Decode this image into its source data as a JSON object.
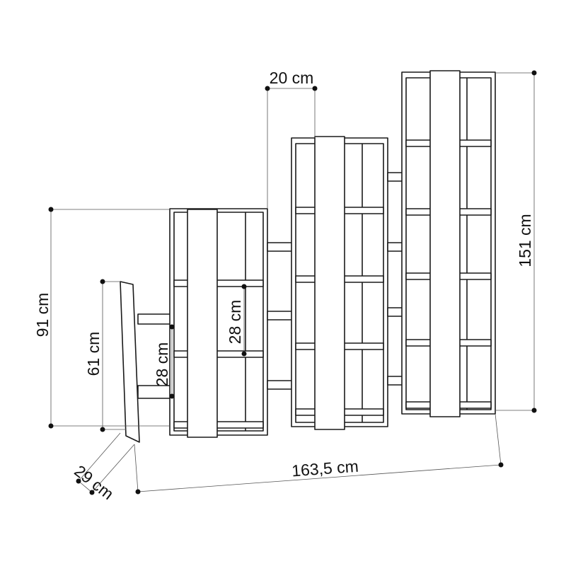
{
  "title": "Bookshelf dimensions diagram",
  "dimensions": {
    "width_total": "163,5 cm",
    "height_total": "151 cm",
    "height_middle": "91 cm",
    "height_left": "61 cm",
    "shelf_gap_left": "28 cm",
    "shelf_gap_right": "28 cm",
    "depth": "29 cm",
    "connector_width": "20 cm"
  },
  "colors": {
    "line": "#1a1a1a",
    "dimension": "#555555",
    "background": "#ffffff"
  }
}
